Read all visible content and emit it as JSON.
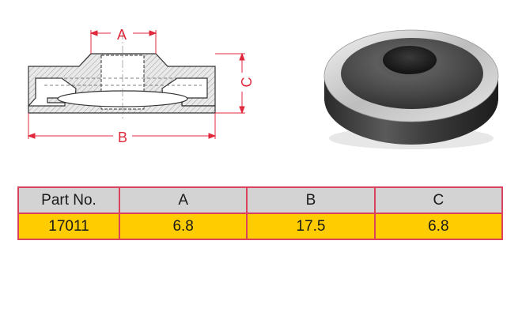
{
  "dimension_labels": {
    "a": "A",
    "b": "B",
    "c": "C"
  },
  "table": {
    "headers": [
      "Part No.",
      "A",
      "B",
      "C"
    ],
    "rows": [
      [
        "17011",
        "6.8",
        "17.5",
        "6.8"
      ]
    ]
  },
  "colors": {
    "dimension_line": "#e0283c",
    "table_border": "#d9435e",
    "header_bg": "#d3d3d3",
    "row_bg": "#ffcc00"
  }
}
